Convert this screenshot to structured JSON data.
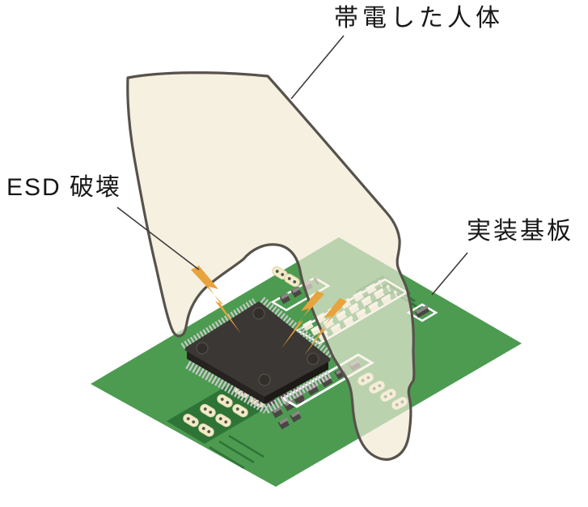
{
  "figure": {
    "labels": {
      "charged_human_body": "帯電した人体",
      "esd_damage": "ESD 破壊",
      "mounted_board": "実装基板"
    },
    "colors": {
      "background": "#FFFFFF",
      "board_green": "#4C9B51",
      "board_dark_green": "#2F7437",
      "chip_body": "#3B3734",
      "chip_side": "#26221F",
      "pin_silver": "#C7C7C7",
      "hand_fill": "#F6F0E1",
      "hand_outline": "#57524B",
      "bolt_orange": "#E8A33C",
      "component_cream": "#F2EBC7",
      "component_dark": "#4A4643",
      "silkscreen_white": "#FFFFFF",
      "label_text": "#171717"
    }
  }
}
